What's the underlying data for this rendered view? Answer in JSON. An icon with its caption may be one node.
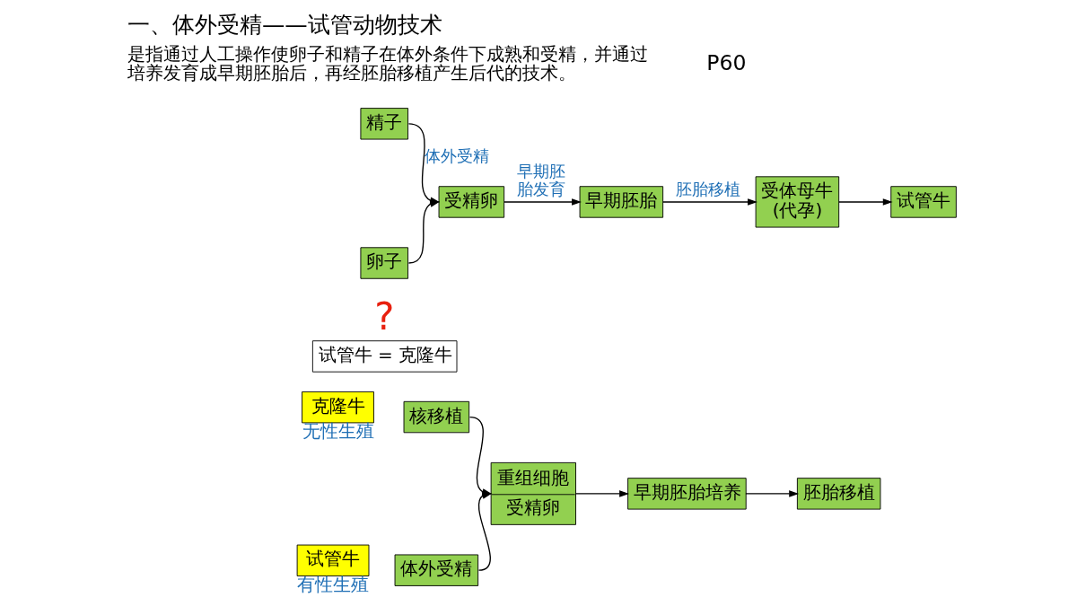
{
  "diagram": {
    "title": "一、体外受精——试管动物技术",
    "nodes": [
      {
        "text": [
          "精子"
        ]
      },
      {
        "text": [
          "卵子"
        ]
      },
      {
        "text": [
          "受精卵"
        ]
      },
      {
        "text": [
          "早期胚胎"
        ]
      },
      {
        "text": [
          "受体母牛(代孕)"
        ]
      },
      {
        "text": [
          "试管牛"
        ]
      },
      {
        "text": [
          "试管牛 = 克隆牛"
        ],
        "beside": [
          "?"
        ]
      },
      {
        "text": [
          "克隆牛"
        ],
        "beside": [
          "无性生殖"
        ]
      },
      {
        "text": [
          "试管牛"
        ],
        "beside": [
          "有性生殖"
        ]
      },
      {
        "text": [
          "核移植"
        ]
      },
      {
        "text": [
          "体外受精"
        ]
      },
      {
        "text": [
          "重组细胞",
          "受精卵"
        ]
      },
      {
        "text": [
          "早期胚胎培养"
        ]
      },
      {
        "text": [
          "胚胎移植"
        ]
      }
    ],
    "edges": [
      {
        "from": 0,
        "to": 2,
        "arrow": "to",
        "label": "体外受精"
      },
      {
        "from": 1,
        "to": 2,
        "arrow": "to"
      },
      {
        "from": 2,
        "to": 3,
        "arrow": "to",
        "label": "早期胚胎发育"
      },
      {
        "from": 3,
        "to": 4,
        "arrow": "to",
        "label": "胚胎移植"
      },
      {
        "from": 4,
        "to": 5,
        "arrow": "to"
      },
      {
        "from": 9,
        "to": 11,
        "arrow": "to"
      },
      {
        "from": 10,
        "to": 11,
        "arrow": "to"
      },
      {
        "from": 11,
        "to": 12,
        "arrow": "to"
      },
      {
        "from": 12,
        "to": 13,
        "arrow": "to"
      }
    ],
    "labels": [
      "P60",
      "是指通过人工操作使卵子和精子在体外条件下成熟和受精，并通过培养发育成早期胚胎后，再经胚胎移植产生后代的技术。"
    ]
  }
}
